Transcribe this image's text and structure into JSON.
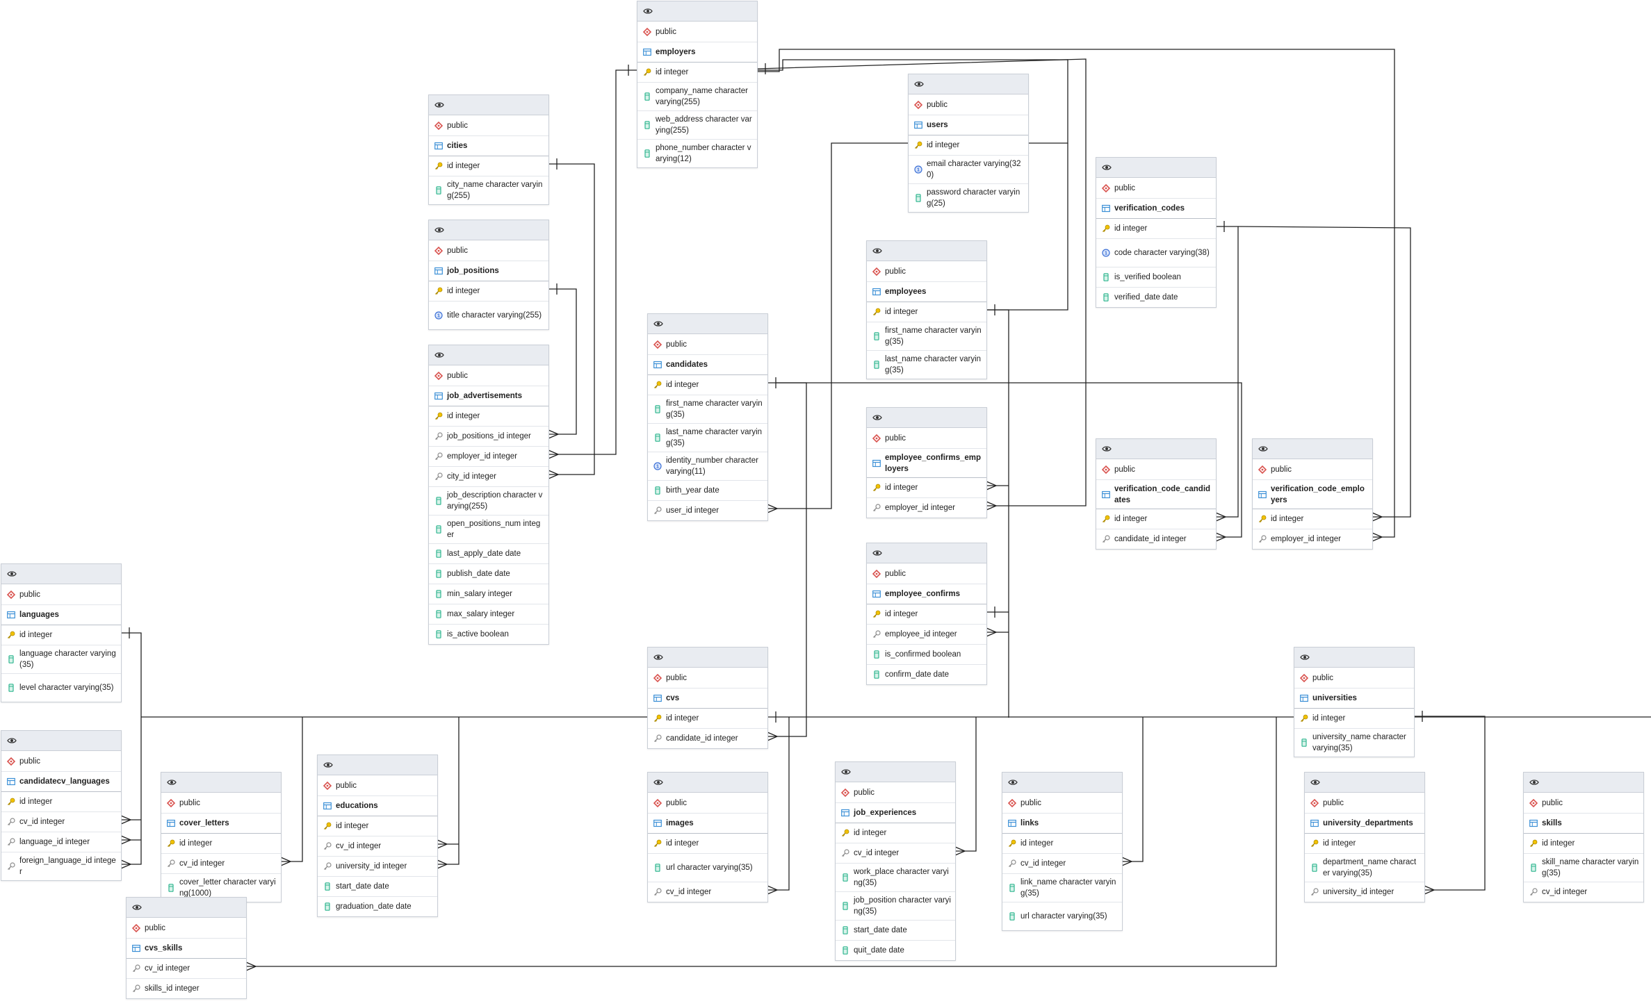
{
  "colors": {
    "line": "#222222",
    "header_bg": "#e9ecf1",
    "schema_icon": "#d9534f",
    "table_icon": "#3b8fd6",
    "pk_icon": "#e6b800",
    "fk_icon": "#9a9a9a",
    "col_icon": "#2fb58f",
    "unique_icon": "#3b6fd6"
  },
  "icons": {
    "header": "eye-icon",
    "schema": "schema-diamond-icon",
    "table": "table-grid-icon",
    "primary_key": "key-icon",
    "foreign_key": "fk-key-icon",
    "column": "column-icon",
    "unique": "unique-index-icon"
  },
  "tables": [
    {
      "id": "employers",
      "schema": "public",
      "name": "employers",
      "columns": [
        {
          "text": "id integer",
          "kind": "pk"
        },
        {
          "text": "company_name character varying(255)",
          "kind": "col"
        },
        {
          "text": "web_address character varying(255)",
          "kind": "col"
        },
        {
          "text": "phone_number character varying(12)",
          "kind": "col"
        }
      ]
    },
    {
      "id": "cities",
      "schema": "public",
      "name": "cities",
      "columns": [
        {
          "text": "id integer",
          "kind": "pk"
        },
        {
          "text": "city_name character varying(255)",
          "kind": "col"
        }
      ]
    },
    {
      "id": "job_positions",
      "schema": "public",
      "name": "job_positions",
      "columns": [
        {
          "text": "id integer",
          "kind": "pk"
        },
        {
          "text": "title character varying(255)",
          "kind": "uq"
        }
      ]
    },
    {
      "id": "job_advertisements",
      "schema": "public",
      "name": "job_advertisements",
      "columns": [
        {
          "text": "id integer",
          "kind": "pk"
        },
        {
          "text": "job_positions_id integer",
          "kind": "fk"
        },
        {
          "text": "employer_id integer",
          "kind": "fk"
        },
        {
          "text": "city_id integer",
          "kind": "fk"
        },
        {
          "text": "job_description character varying(255)",
          "kind": "col"
        },
        {
          "text": "open_positions_num integer",
          "kind": "col"
        },
        {
          "text": "last_apply_date date",
          "kind": "col"
        },
        {
          "text": "publish_date date",
          "kind": "col"
        },
        {
          "text": "min_salary integer",
          "kind": "col"
        },
        {
          "text": "max_salary integer",
          "kind": "col"
        },
        {
          "text": "is_active boolean",
          "kind": "col"
        }
      ]
    },
    {
      "id": "users",
      "schema": "public",
      "name": "users",
      "columns": [
        {
          "text": "id integer",
          "kind": "pk"
        },
        {
          "text": "email character varying(320)",
          "kind": "uq"
        },
        {
          "text": "password character varying(25)",
          "kind": "col"
        }
      ]
    },
    {
      "id": "verification_codes",
      "schema": "public",
      "name": "verification_codes",
      "columns": [
        {
          "text": "id integer",
          "kind": "pk"
        },
        {
          "text": "code character varying(38)",
          "kind": "uq"
        },
        {
          "text": "is_verified boolean",
          "kind": "col"
        },
        {
          "text": "verified_date date",
          "kind": "col"
        }
      ]
    },
    {
      "id": "employees",
      "schema": "public",
      "name": "employees",
      "columns": [
        {
          "text": "id integer",
          "kind": "pk"
        },
        {
          "text": "first_name character varying(35)",
          "kind": "col"
        },
        {
          "text": "last_name character varying(35)",
          "kind": "col"
        }
      ]
    },
    {
      "id": "candidates",
      "schema": "public",
      "name": "candidates",
      "columns": [
        {
          "text": "id integer",
          "kind": "pk"
        },
        {
          "text": "first_name character varying(35)",
          "kind": "col"
        },
        {
          "text": "last_name character varying(35)",
          "kind": "col"
        },
        {
          "text": "identity_number character varying(11)",
          "kind": "uq"
        },
        {
          "text": "birth_year date",
          "kind": "col"
        },
        {
          "text": "user_id integer",
          "kind": "fk"
        }
      ]
    },
    {
      "id": "employee_confirms_employers",
      "schema": "public",
      "name": "employee_confirms_employers",
      "columns": [
        {
          "text": "id integer",
          "kind": "pk"
        },
        {
          "text": "employer_id integer",
          "kind": "fk"
        }
      ]
    },
    {
      "id": "verification_code_candidates",
      "schema": "public",
      "name": "verification_code_candidates",
      "columns": [
        {
          "text": "id integer",
          "kind": "pk"
        },
        {
          "text": "candidate_id integer",
          "kind": "fk"
        }
      ]
    },
    {
      "id": "verification_code_employers",
      "schema": "public",
      "name": "verification_code_employers",
      "columns": [
        {
          "text": "id integer",
          "kind": "pk"
        },
        {
          "text": "employer_id integer",
          "kind": "fk"
        }
      ]
    },
    {
      "id": "employee_confirms",
      "schema": "public",
      "name": "employee_confirms",
      "columns": [
        {
          "text": "id integer",
          "kind": "pk"
        },
        {
          "text": "employee_id integer",
          "kind": "fk"
        },
        {
          "text": "is_confirmed boolean",
          "kind": "col"
        },
        {
          "text": "confirm_date date",
          "kind": "col"
        }
      ]
    },
    {
      "id": "languages",
      "schema": "public",
      "name": "languages",
      "columns": [
        {
          "text": "id integer",
          "kind": "pk"
        },
        {
          "text": "language character varying(35)",
          "kind": "col"
        },
        {
          "text": "level character varying(35)",
          "kind": "col"
        }
      ]
    },
    {
      "id": "cvs",
      "schema": "public",
      "name": "cvs",
      "columns": [
        {
          "text": "id integer",
          "kind": "pk"
        },
        {
          "text": "candidate_id integer",
          "kind": "fk"
        }
      ]
    },
    {
      "id": "universities",
      "schema": "public",
      "name": "universities",
      "columns": [
        {
          "text": "id integer",
          "kind": "pk"
        },
        {
          "text": "university_name character varying(35)",
          "kind": "col"
        }
      ]
    },
    {
      "id": "candidatecv_languages",
      "schema": "public",
      "name": "candidatecv_languages",
      "columns": [
        {
          "text": "id integer",
          "kind": "pk"
        },
        {
          "text": "cv_id integer",
          "kind": "fk"
        },
        {
          "text": "language_id integer",
          "kind": "fk"
        },
        {
          "text": "foreign_language_id integer",
          "kind": "fk"
        }
      ]
    },
    {
      "id": "cover_letters",
      "schema": "public",
      "name": "cover_letters",
      "columns": [
        {
          "text": "id integer",
          "kind": "pk"
        },
        {
          "text": "cv_id integer",
          "kind": "fk"
        },
        {
          "text": "cover_letter character varying(1000)",
          "kind": "col"
        }
      ]
    },
    {
      "id": "educations",
      "schema": "public",
      "name": "educations",
      "columns": [
        {
          "text": "id integer",
          "kind": "pk"
        },
        {
          "text": "cv_id integer",
          "kind": "fk"
        },
        {
          "text": "university_id integer",
          "kind": "fk"
        },
        {
          "text": "start_date date",
          "kind": "col"
        },
        {
          "text": "graduation_date date",
          "kind": "col"
        }
      ]
    },
    {
      "id": "images",
      "schema": "public",
      "name": "images",
      "columns": [
        {
          "text": "id integer",
          "kind": "pk"
        },
        {
          "text": "url character varying(35)",
          "kind": "col"
        },
        {
          "text": "cv_id integer",
          "kind": "fk"
        }
      ]
    },
    {
      "id": "job_experiences",
      "schema": "public",
      "name": "job_experiences",
      "columns": [
        {
          "text": "id integer",
          "kind": "pk"
        },
        {
          "text": "cv_id integer",
          "kind": "fk"
        },
        {
          "text": "work_place character varying(35)",
          "kind": "col"
        },
        {
          "text": "job_position character varying(35)",
          "kind": "col"
        },
        {
          "text": "start_date date",
          "kind": "col"
        },
        {
          "text": "quit_date date",
          "kind": "col"
        }
      ]
    },
    {
      "id": "links",
      "schema": "public",
      "name": "links",
      "columns": [
        {
          "text": "id integer",
          "kind": "pk"
        },
        {
          "text": "cv_id integer",
          "kind": "fk"
        },
        {
          "text": "link_name character varying(35)",
          "kind": "col"
        },
        {
          "text": "url character varying(35)",
          "kind": "col"
        }
      ]
    },
    {
      "id": "university_departments",
      "schema": "public",
      "name": "university_departments",
      "columns": [
        {
          "text": "id integer",
          "kind": "pk"
        },
        {
          "text": "department_name character varying(35)",
          "kind": "col"
        },
        {
          "text": "university_id integer",
          "kind": "fk"
        }
      ]
    },
    {
      "id": "skills",
      "schema": "public",
      "name": "skills",
      "columns": [
        {
          "text": "id integer",
          "kind": "pk"
        },
        {
          "text": "skill_name character varying(35)",
          "kind": "col"
        },
        {
          "text": "cv_id integer",
          "kind": "fk"
        }
      ]
    },
    {
      "id": "cvs_skills",
      "schema": "public",
      "name": "cvs_skills",
      "columns": [
        {
          "text": "cv_id integer",
          "kind": "fk"
        },
        {
          "text": "skills_id integer",
          "kind": "fk"
        }
      ]
    }
  ]
}
